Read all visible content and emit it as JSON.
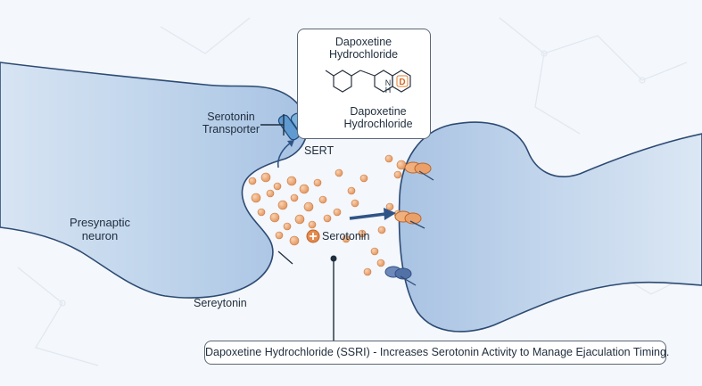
{
  "labels": {
    "presynaptic": "Presynaptic\nneuron",
    "transporter": "Serotonin\nTransporter",
    "sert": "SERT",
    "serotonin": "Serotonin",
    "sereytonin": "Sereytonin"
  },
  "drug_box": {
    "title": "Dapoxetine\nHydrochloride",
    "subtitle": "Dapoxetine\nHydrochloride",
    "ring_letter": "D",
    "nh_label": "N\nH"
  },
  "caption": "Dapoxetine Hydrochloride (SSRI) - Increases Serotonin Activity to Manage Ejaculation Timing.",
  "colors": {
    "neuron_fill": "#b9cfe9",
    "neuron_stroke": "#2c4a73",
    "serotonin": "#eaa46e",
    "receptor_blue": "#5d7bb0",
    "arrow": "#2f5487",
    "block_orange": "#e07f33"
  }
}
